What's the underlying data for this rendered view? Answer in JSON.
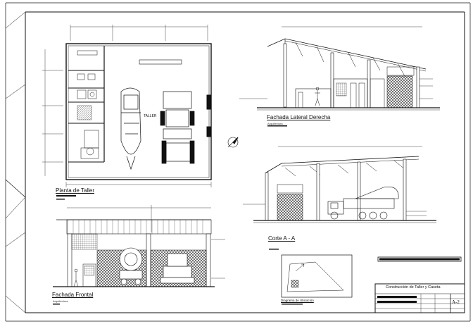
{
  "sheet": {
    "colors": {
      "line": "#111111",
      "hatch": "#222222",
      "paper": "#ffffff"
    }
  },
  "plan": {
    "title": "Planta de Taller",
    "room_label": "TALLER"
  },
  "lateral": {
    "title": "Fachada Lateral Derecha",
    "subtitle": "Arquitectura"
  },
  "section": {
    "title": "Corte A - A"
  },
  "front": {
    "title": "Fachada Frontal",
    "subtitle": "Arquitectura"
  },
  "location": {
    "title": "Diagrama de Ubicación"
  },
  "title_block": {
    "project": "Construcción de Taller y Caseta",
    "sheet_code": "A-2"
  },
  "icons": [
    "north-arrow-icon",
    "mixer-truck-icon",
    "excavator-icon",
    "human-figure-icon"
  ]
}
